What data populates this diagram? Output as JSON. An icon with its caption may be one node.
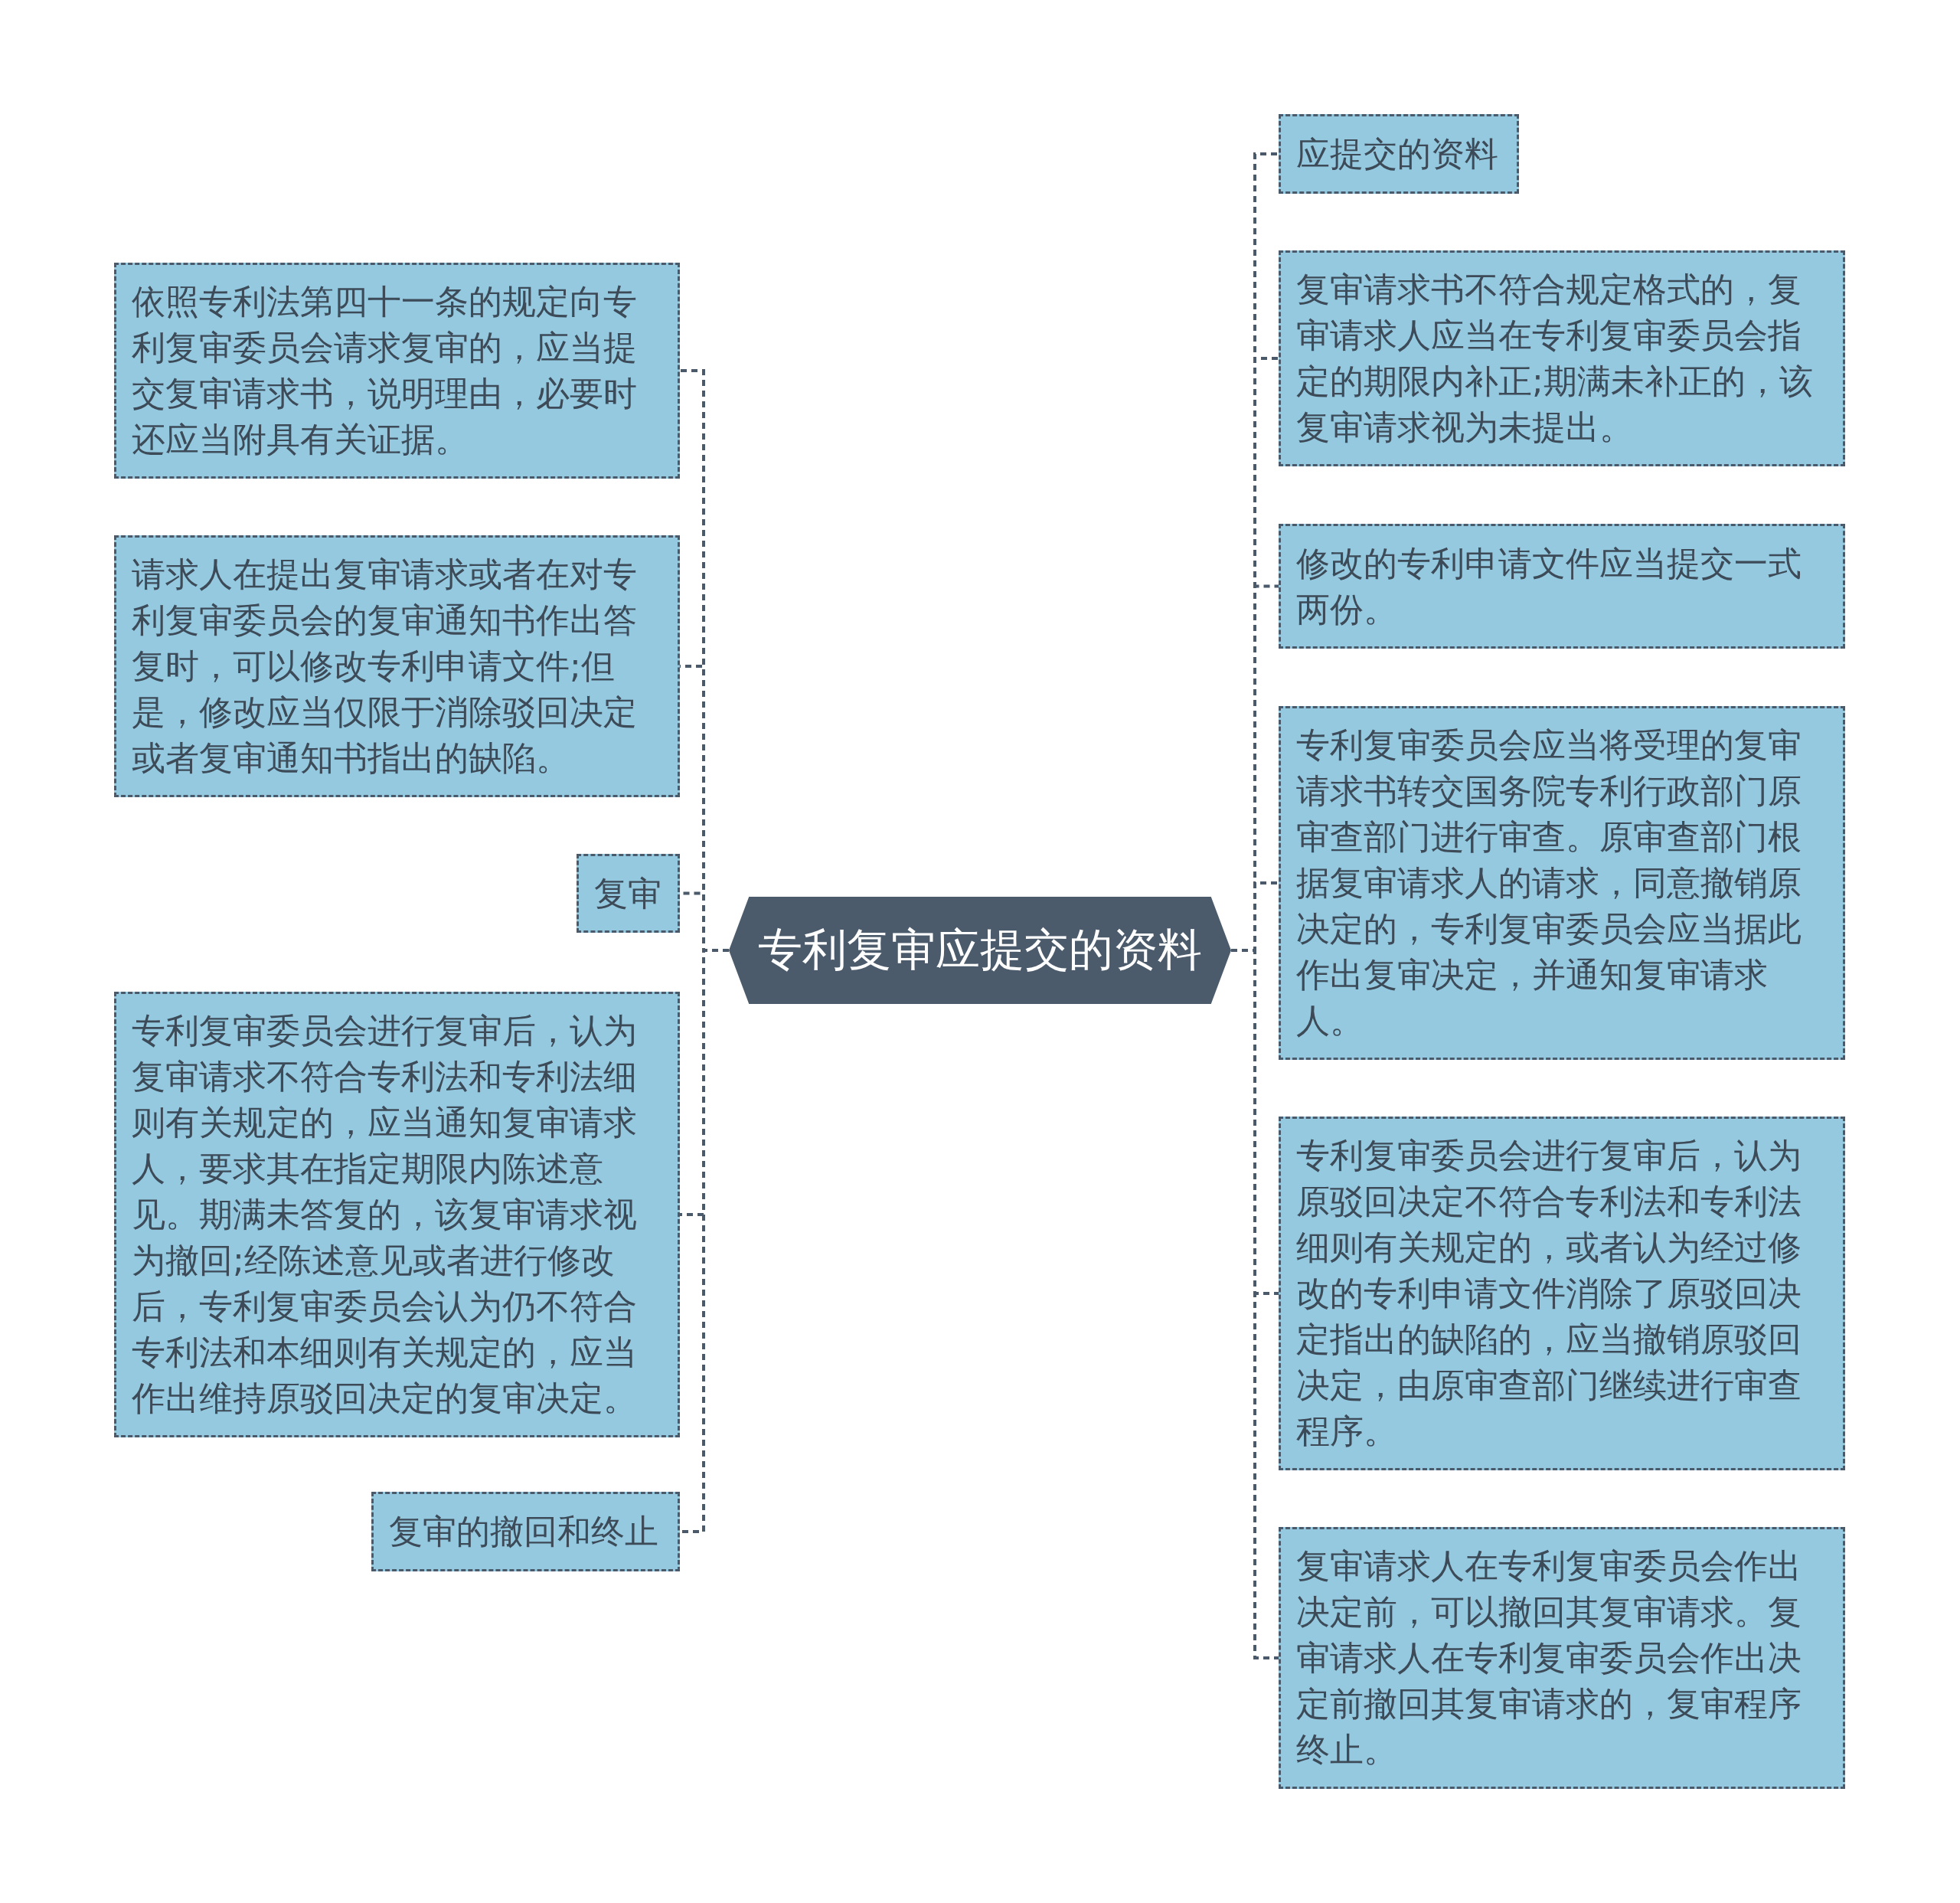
{
  "diagram": {
    "nodes": [
      {
        "text": [
          "专利复审应提交的资料"
        ]
      },
      {
        "text": [
          "依照专利法第四十一条的规定向专利复审委员会请求复审的，应当提交复审请求书，说明理由，必要时还应当附具有关证据。"
        ]
      },
      {
        "text": [
          "请求人在提出复审请求或者在对专利复审委员会的复审通知书作出答复时，可以修改专利申请文件;但是，修改应当仅限于消除驳回决定或者复审通知书指出的缺陷。"
        ]
      },
      {
        "text": [
          "复审"
        ]
      },
      {
        "text": [
          "专利复审委员会进行复审后，认为复审请求不符合专利法和专利法细则有关规定的，应当通知复审请求人，要求其在指定期限内陈述意见。期满未答复的，该复审请求视为撤回;经陈述意见或者进行修改后，专利复审委员会认为仍不符合专利法和本细则有关规定的，应当作出维持原驳回决定的复审决定。"
        ]
      },
      {
        "text": [
          "复审的撤回和终止"
        ]
      },
      {
        "text": [
          "应提交的资料"
        ]
      },
      {
        "text": [
          "复审请求书不符合规定格式的，复审请求人应当在专利复审委员会指定的期限内补正;期满未补正的，该复审请求视为未提出。"
        ]
      },
      {
        "text": [
          "修改的专利申请文件应当提交一式两份。"
        ]
      },
      {
        "text": [
          "专利复审委员会应当将受理的复审请求书转交国务院专利行政部门原审查部门进行审查。原审查部门根据复审请求人的请求，同意撤销原决定的，专利复审委员会应当据此作出复审决定，并通知复审请求人。"
        ]
      },
      {
        "text": [
          "专利复审委员会进行复审后，认为原驳回决定不符合专利法和专利法细则有关规定的，或者认为经过修改的专利申请文件消除了原驳回决定指出的缺陷的，应当撤销原驳回决定，由原审查部门继续进行审查程序。"
        ]
      },
      {
        "text": [
          "复审请求人在专利复审委员会作出决定前，可以撤回其复审请求。复审请求人在专利复审委员会作出决定前撤回其复审请求的，复审程序终止。"
        ]
      }
    ],
    "edges": [
      {
        "from": 0,
        "to": 1,
        "arrow": "none",
        "style": "dashed"
      },
      {
        "from": 0,
        "to": 2,
        "arrow": "none",
        "style": "dashed"
      },
      {
        "from": 0,
        "to": 3,
        "arrow": "none",
        "style": "dashed"
      },
      {
        "from": 0,
        "to": 4,
        "arrow": "none",
        "style": "dashed"
      },
      {
        "from": 0,
        "to": 5,
        "arrow": "none",
        "style": "dashed"
      },
      {
        "from": 0,
        "to": 6,
        "arrow": "none",
        "style": "dashed"
      },
      {
        "from": 0,
        "to": 7,
        "arrow": "none",
        "style": "dashed"
      },
      {
        "from": 0,
        "to": 8,
        "arrow": "none",
        "style": "dashed"
      },
      {
        "from": 0,
        "to": 9,
        "arrow": "none",
        "style": "dashed"
      },
      {
        "from": 0,
        "to": 10,
        "arrow": "none",
        "style": "dashed"
      },
      {
        "from": 0,
        "to": 11,
        "arrow": "none",
        "style": "dashed"
      }
    ]
  }
}
